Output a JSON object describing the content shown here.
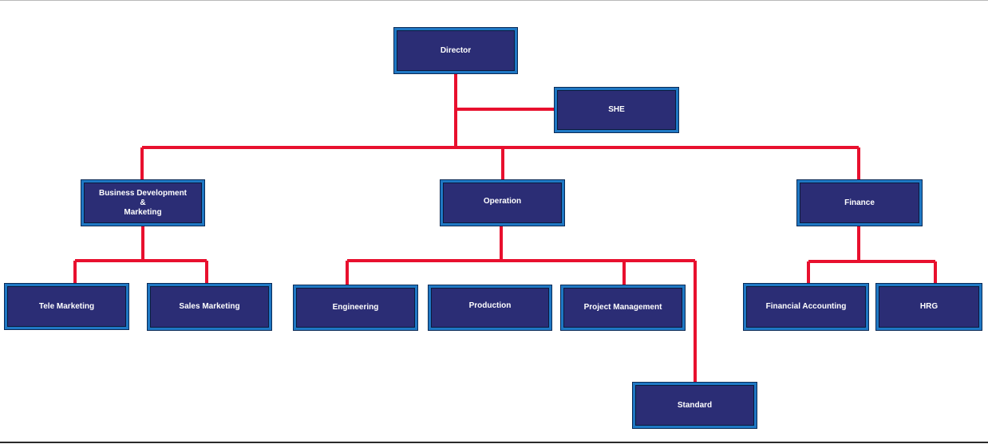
{
  "colors": {
    "node_fill": "#2b2d75",
    "node_border": "#1f78c4",
    "connector": "#e8102e",
    "label": "#ffffff"
  },
  "nodes": {
    "director": "Director",
    "she": "SHE",
    "business_development": "Business Development\n&\nMarketing",
    "operation": "Operation",
    "finance": "Finance",
    "tele_marketing": "Tele Marketing",
    "sales_marketing": "Sales Marketing",
    "engineering": "Engineering",
    "production": "Production",
    "project_management": "Project Management",
    "standard": "Standard",
    "financial_accounting": "Financial Accounting",
    "hrg": "HRG"
  }
}
